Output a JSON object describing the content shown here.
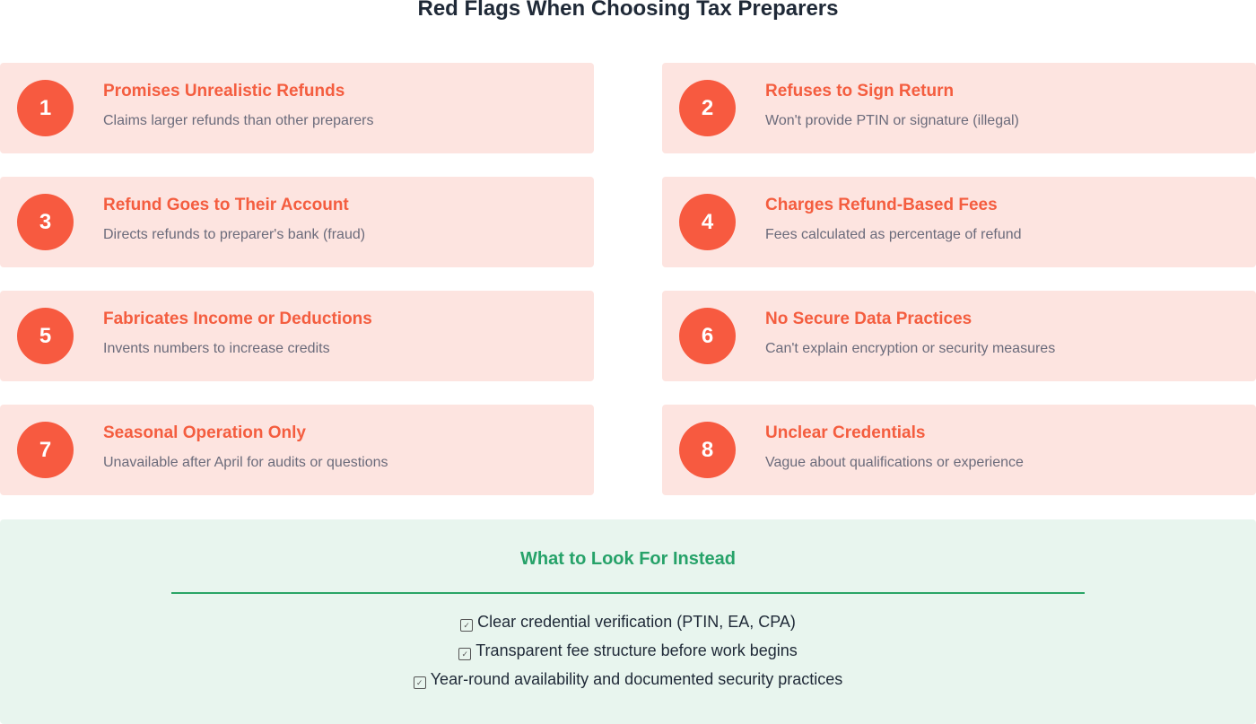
{
  "title": "Red Flags When Choosing Tax Preparers",
  "flags": [
    {
      "num": "1",
      "title": "Promises Unrealistic Refunds",
      "desc": "Claims larger refunds than other preparers"
    },
    {
      "num": "2",
      "title": "Refuses to Sign Return",
      "desc": "Won't provide PTIN or signature (illegal)"
    },
    {
      "num": "3",
      "title": "Refund Goes to Their Account",
      "desc": "Directs refunds to preparer's bank (fraud)"
    },
    {
      "num": "4",
      "title": "Charges Refund-Based Fees",
      "desc": "Fees calculated as percentage of refund"
    },
    {
      "num": "5",
      "title": "Fabricates Income or Deductions",
      "desc": "Invents numbers to increase credits"
    },
    {
      "num": "6",
      "title": "No Secure Data Practices",
      "desc": "Can't explain encryption or security measures"
    },
    {
      "num": "7",
      "title": "Seasonal Operation Only",
      "desc": "Unavailable after April for audits or questions"
    },
    {
      "num": "8",
      "title": "Unclear Credentials",
      "desc": "Vague about qualifications or experience"
    }
  ],
  "recommend": {
    "title": "What to Look For Instead",
    "items": [
      "Clear credential verification (PTIN, EA, CPA)",
      "Transparent fee structure before work begins",
      "Year-round availability and documented security practices"
    ]
  },
  "colors": {
    "card_bg": "#fde4e0",
    "accent_red": "#f75a40",
    "recommend_bg": "#e8f5ee",
    "accent_green": "#26a269"
  },
  "icons": {
    "check": "check-box-icon"
  }
}
